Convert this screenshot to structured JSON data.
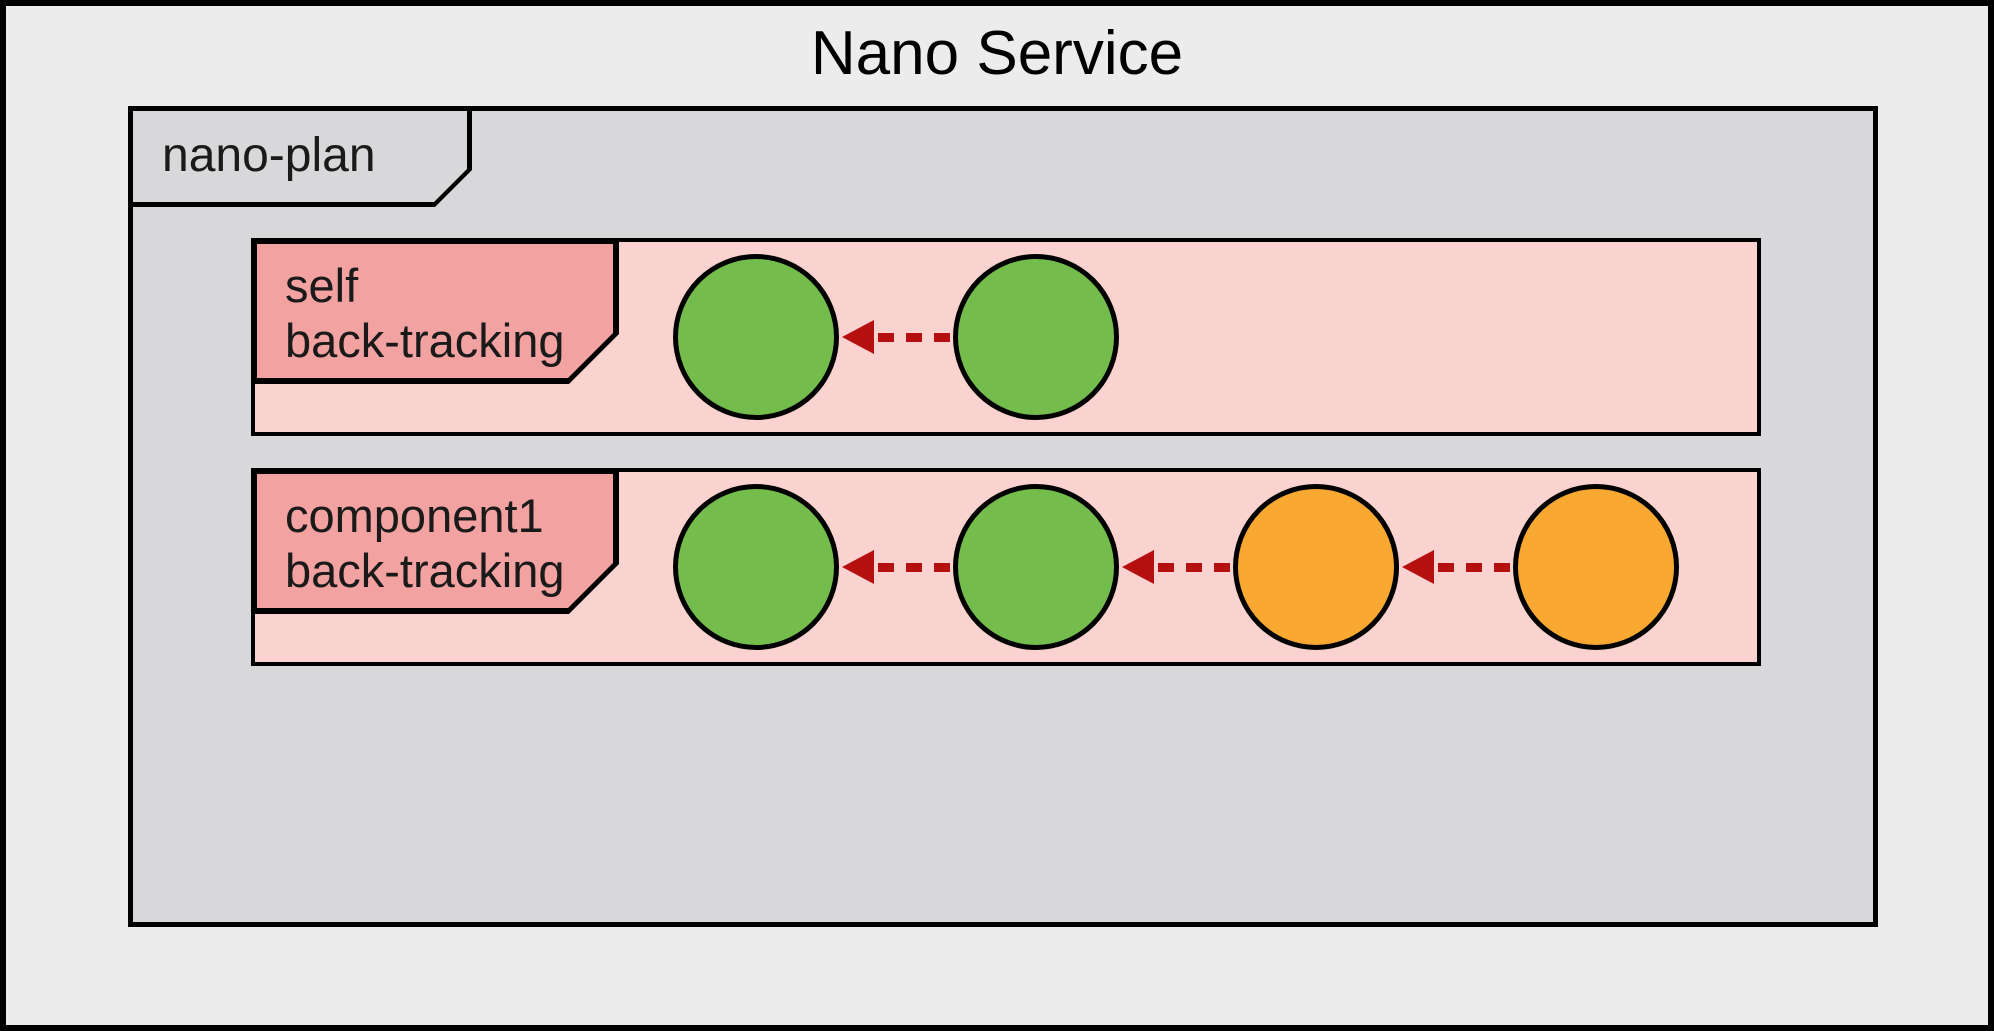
{
  "title": "Nano Service",
  "plan": {
    "label": "nano-plan",
    "rows": [
      {
        "label_lines": [
          "self",
          "back-tracking"
        ],
        "state_colors": [
          "#74bd4d",
          "#74bd4d"
        ]
      },
      {
        "label_lines": [
          "component1",
          "back-tracking"
        ],
        "state_colors": [
          "#74bd4d",
          "#74bd4d",
          "#f9a931",
          "#f9a931"
        ]
      }
    ]
  },
  "colors": {
    "background": "#ececec",
    "box_gray": "#d8d8da",
    "row_pink": "#fad3d0",
    "tab_salmon": "#f2a2a0",
    "green": "#74bd4d",
    "orange": "#f9a931",
    "arrow_red": "#b50f0f"
  }
}
